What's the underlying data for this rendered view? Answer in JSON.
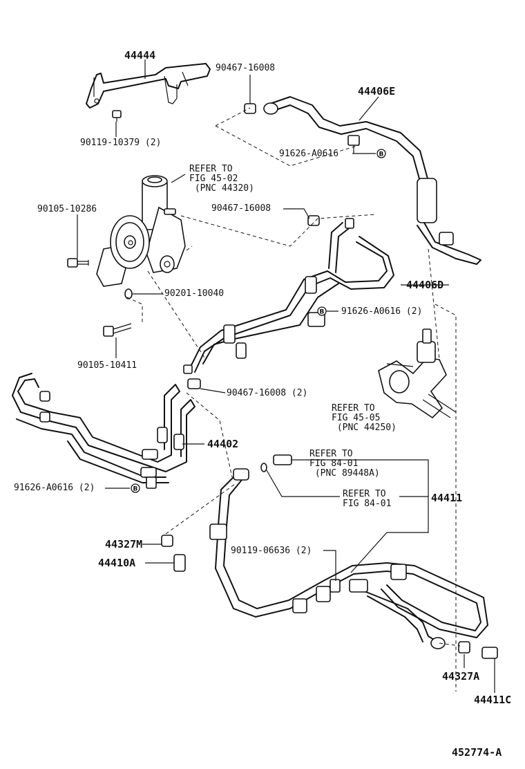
{
  "labels": {
    "p44444": "44444",
    "p90467_top": "90467-16008",
    "p44406E": "44406E",
    "p90119_10379": "90119-10379 (2)",
    "p91626_top": "91626-A0616",
    "refer_45_02": "REFER TO\nFIG 45-02\n (PNC 44320)",
    "p90105_10286": "90105-10286",
    "p90467_mid": "90467-16008",
    "p44406D": "44406D",
    "p90201": "90201-10040",
    "p91626_mid": "91626-A0616 (2)",
    "p90105_10411": "90105-10411",
    "p90467_low": "90467-16008 (2)",
    "refer_45_05": "REFER TO\nFIG 45-05\n (PNC 44250)",
    "p44402": "44402",
    "refer_84_01a": "REFER TO\nFIG 84-01\n (PNC 89448A)",
    "p91626_low": "91626-A0616 (2)",
    "refer_84_01b": "REFER TO\nFIG 84-01",
    "p44411": "44411",
    "p44327M": "44327M",
    "p90119_06636": "90119-06636 (2)",
    "p44410A": "44410A",
    "p44327A": "44327A",
    "p44411C": "44411C",
    "figure_id": "452774-A"
  },
  "badge_letter": "B"
}
